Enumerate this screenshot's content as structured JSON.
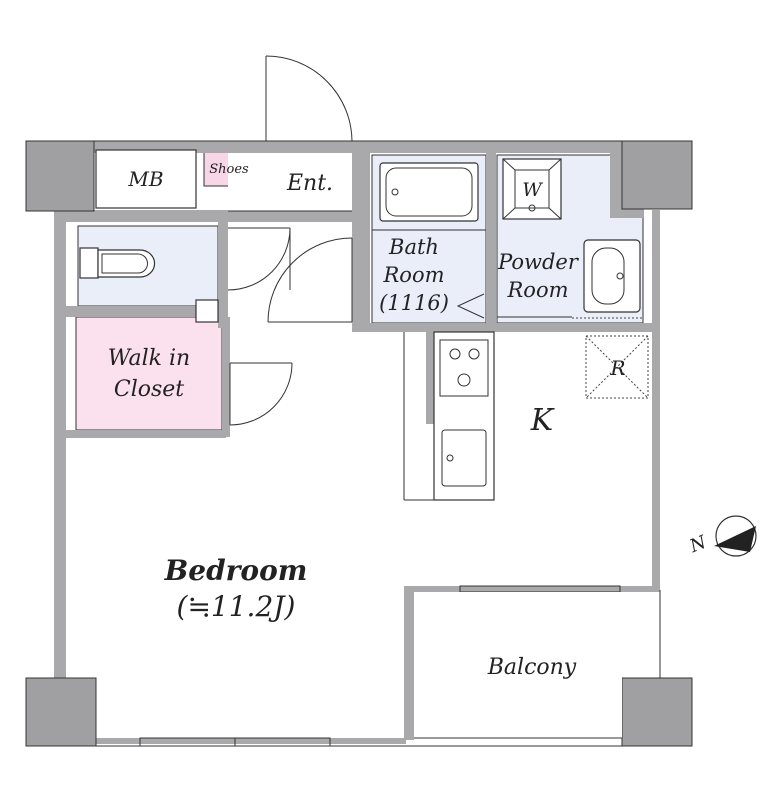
{
  "labels": {
    "mb": "MB",
    "shoes": "Shoes",
    "entrance": "Ent.",
    "bath_line1": "Bath",
    "bath_line2": "Room",
    "bath_line3": "(1116)",
    "powder_line1": "Powder",
    "powder_line2": "Room",
    "washer": "W",
    "walkin_line1": "Walk in",
    "walkin_line2": "Closet",
    "kitchen": "K",
    "refrigerator": "R",
    "bedroom": "Bedroom",
    "bedroom_size": "(≒11.2J)",
    "balcony": "Balcony",
    "north": "N"
  },
  "colors": {
    "wall": "#a9a9ab",
    "wet_area": "#e9eef9",
    "closet": "#fbe0ee",
    "shoes": "#f7d6e8",
    "line": "#333333"
  }
}
